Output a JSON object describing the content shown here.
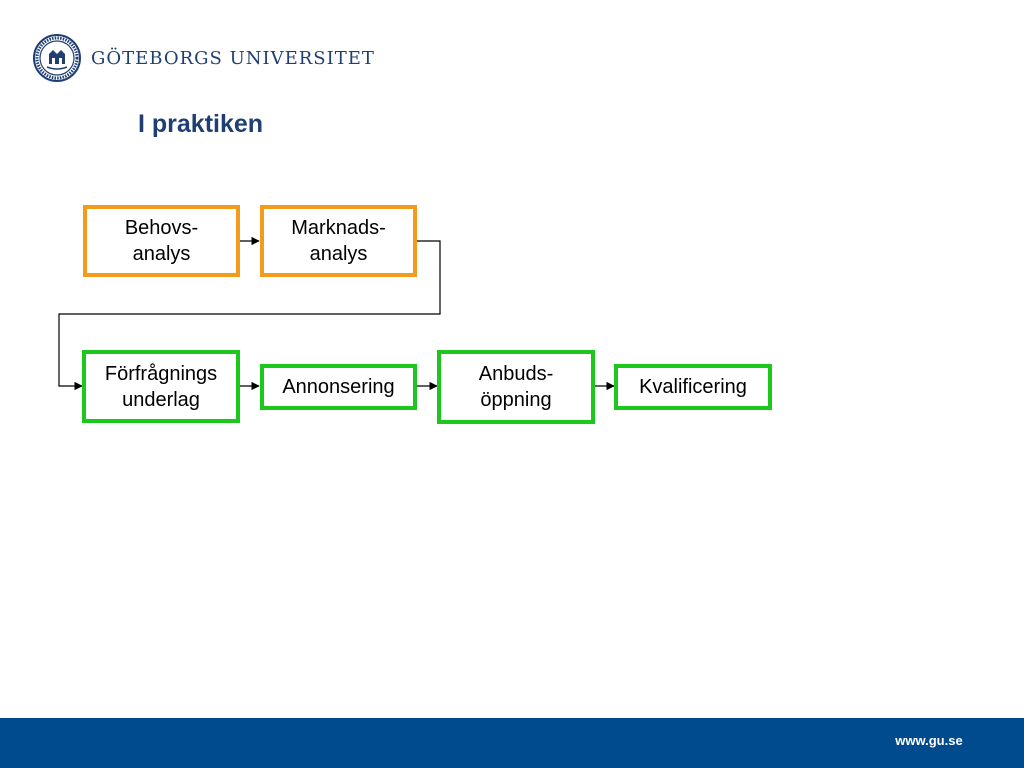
{
  "header": {
    "university_name": "GÖTEBORGS UNIVERSITET",
    "logo_icon": "university-seal-icon"
  },
  "slide": {
    "title": "I praktiken"
  },
  "diagram": {
    "nodes": [
      {
        "id": "behovsanalys",
        "label": "Behovs-\nanalys",
        "color": "#f39c1c"
      },
      {
        "id": "marknadsanalys",
        "label": "Marknads-\nanalys",
        "color": "#f39c1c"
      },
      {
        "id": "forfragningsunderlag",
        "label": "Förfrågnings\nunderlag",
        "color": "#1ec71e"
      },
      {
        "id": "annonsering",
        "label": "Annonsering",
        "color": "#1ec71e"
      },
      {
        "id": "anbudsoppning",
        "label": "Anbuds-\nöppning",
        "color": "#1ec71e"
      },
      {
        "id": "kvalificering",
        "label": "Kvalificering",
        "color": "#1ec71e"
      }
    ],
    "edges": [
      {
        "from": "behovsanalys",
        "to": "marknadsanalys"
      },
      {
        "from": "marknadsanalys",
        "to": "forfragningsunderlag"
      },
      {
        "from": "forfragningsunderlag",
        "to": "annonsering"
      },
      {
        "from": "annonsering",
        "to": "anbudsoppning"
      },
      {
        "from": "anbudsoppning",
        "to": "kvalificering"
      }
    ]
  },
  "footer": {
    "url": "www.gu.se",
    "background_color": "#004b8d"
  }
}
